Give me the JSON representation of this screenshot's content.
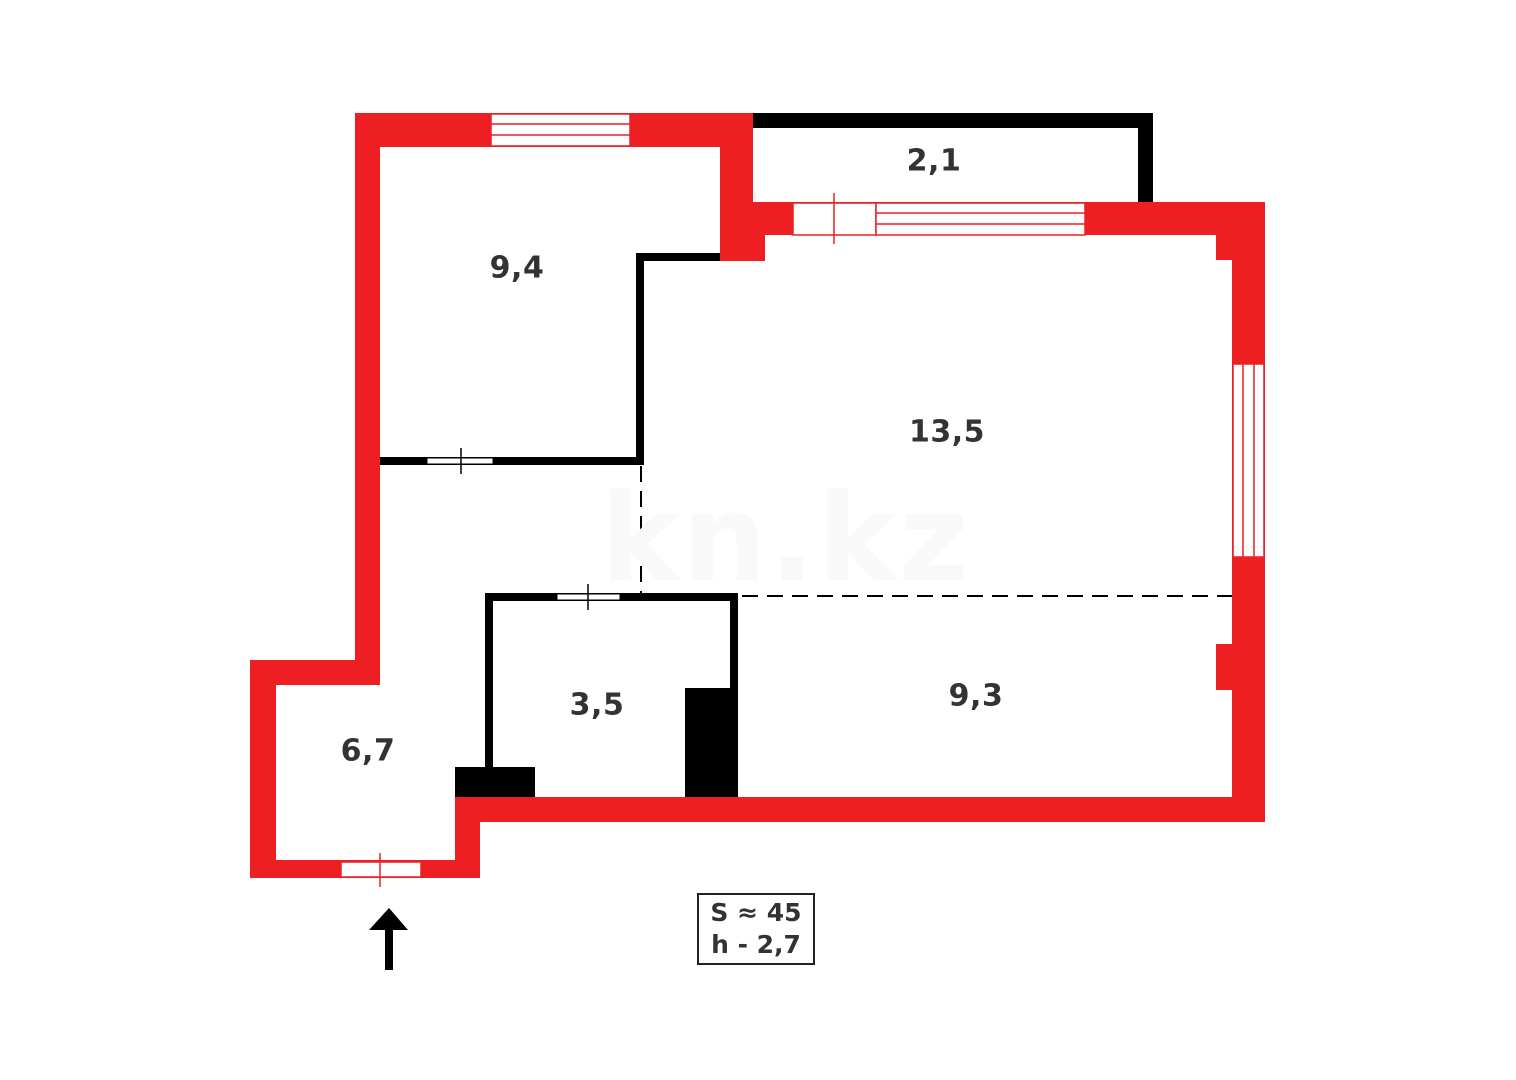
{
  "plan": {
    "watermark": "kn.kz",
    "wall_colors": {
      "exterior": "#ee1f23",
      "interior": "#000000",
      "background": "#ffffff"
    },
    "rooms": [
      {
        "id": "bedroom",
        "area": "9,4"
      },
      {
        "id": "balcony",
        "area": "2,1"
      },
      {
        "id": "living-room",
        "area": "13,5"
      },
      {
        "id": "bathroom",
        "area": "3,5"
      },
      {
        "id": "kitchen",
        "area": "9,3"
      },
      {
        "id": "hallway",
        "area": "6,7"
      }
    ],
    "summary": {
      "total_area": "S ≈ 45",
      "ceiling_height": "h - 2,7"
    },
    "entrance_icon": "arrow-up-icon"
  }
}
